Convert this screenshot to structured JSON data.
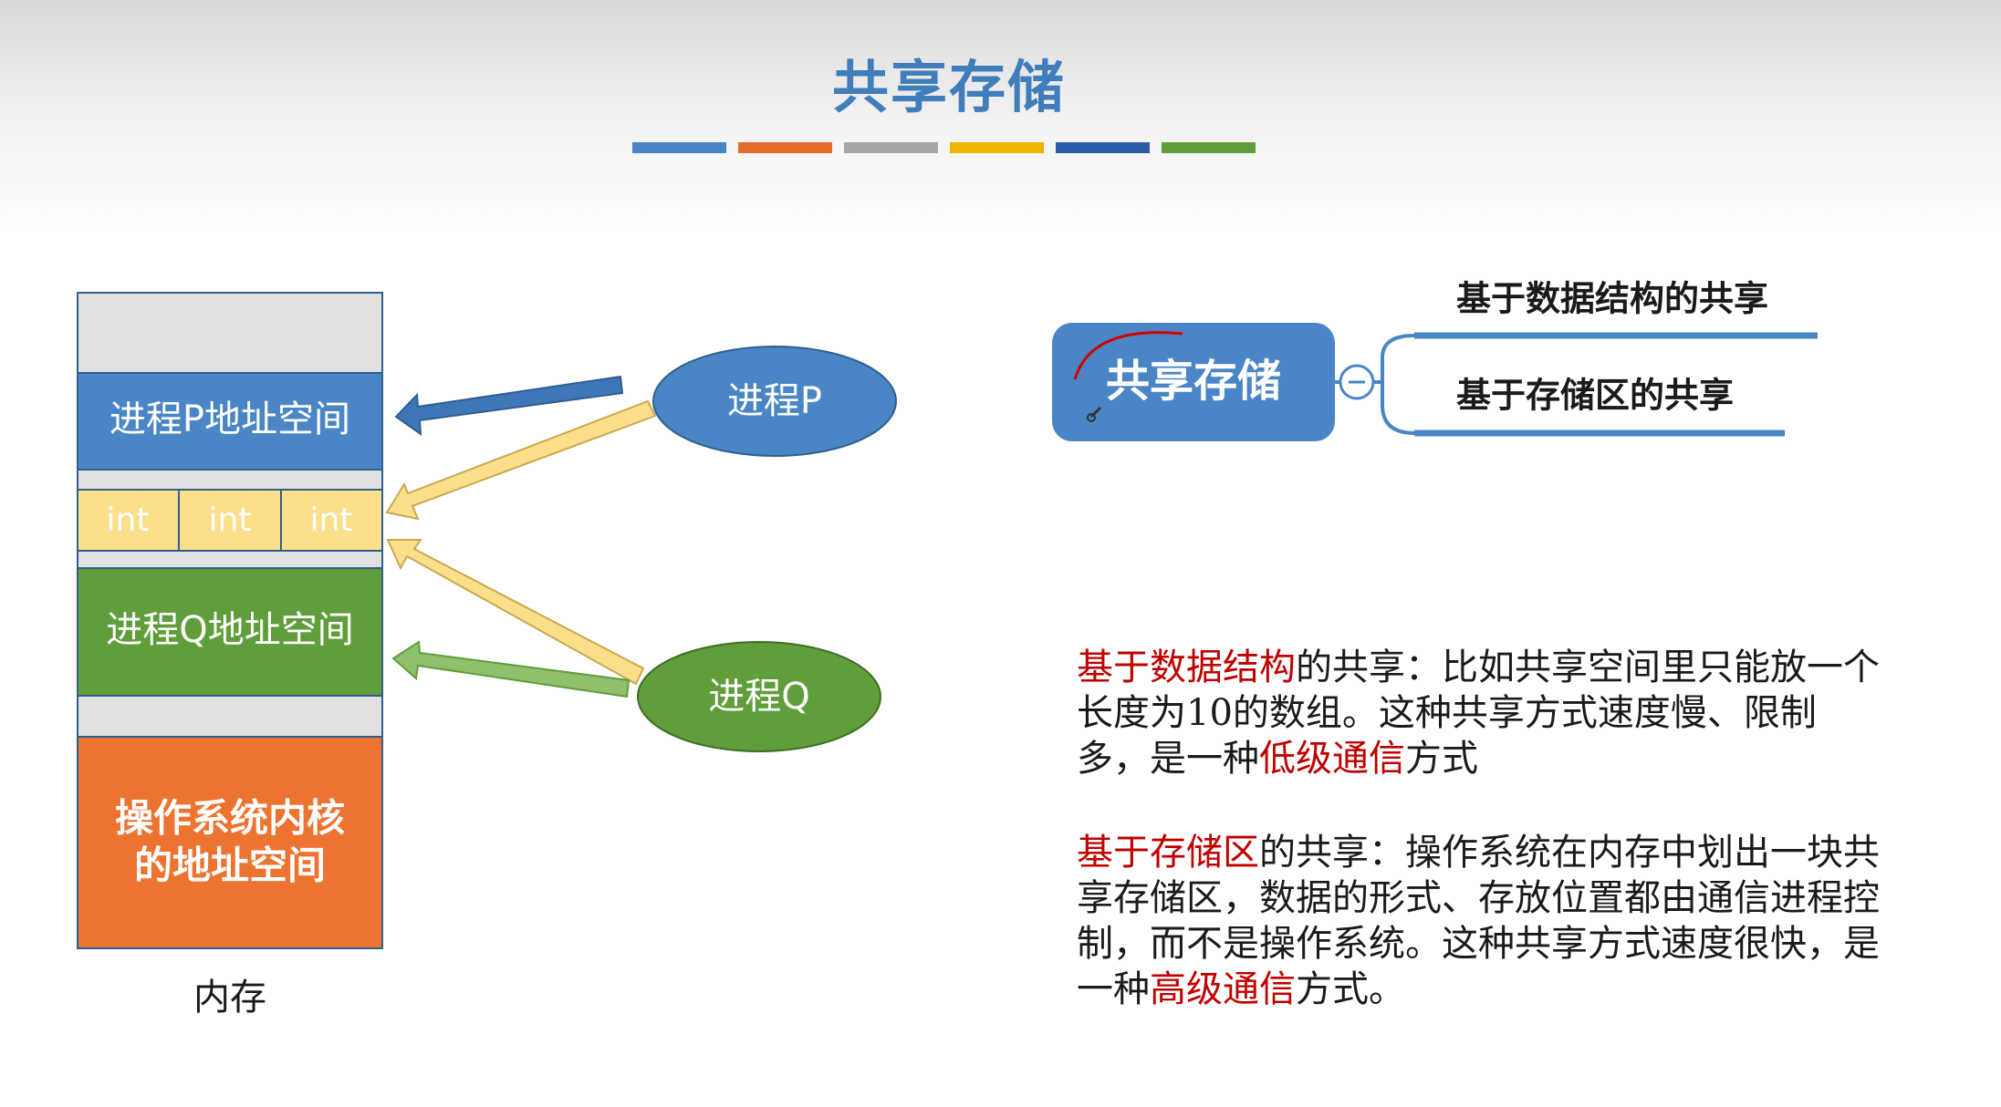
{
  "title": "共享存储",
  "colors": {
    "title": "#3f7dbb",
    "bar": [
      "#4a86c5",
      "#e46c2a",
      "#a6a6a6",
      "#f0b400",
      "#2e5ba8",
      "#5f9e3a"
    ],
    "p_space": "#4a86c5",
    "q_space": "#5f9e3a",
    "shared": "#fbdf8b",
    "kernel": "#ed7331",
    "gray": "#e1e1e1",
    "highlight": "#c00000"
  },
  "memory": {
    "p_space": "进程P地址空间",
    "shared_cells": [
      "int",
      "int",
      "int"
    ],
    "q_space": "进程Q地址空间",
    "kernel_line1": "操作系统内核",
    "kernel_line2": "的地址空间",
    "caption": "内存"
  },
  "processes": {
    "p": "进程P",
    "q": "进程Q"
  },
  "mindmap": {
    "root": "共享存储",
    "collapse_icon": "minus-circle-icon",
    "branches": [
      "基于数据结构的共享",
      "基于存储区的共享"
    ]
  },
  "notes": {
    "p1": {
      "red1": "基于数据结构",
      "t1": "的共享：比如共享空间里只能放一个长度为10的数组。这种共享方式速度慢、限制多，是一种",
      "red2": "低级通信",
      "t2": "方式"
    },
    "p2": {
      "red1": "基于存储区",
      "t1": "的共享：操作系统在内存中划出一块共享存储区，数据的形式、存放位置都由通信进程控制，而不是操作系统。这种共享方式速度很快，是一种",
      "red2": "高级通信",
      "t2": "方式。"
    }
  }
}
